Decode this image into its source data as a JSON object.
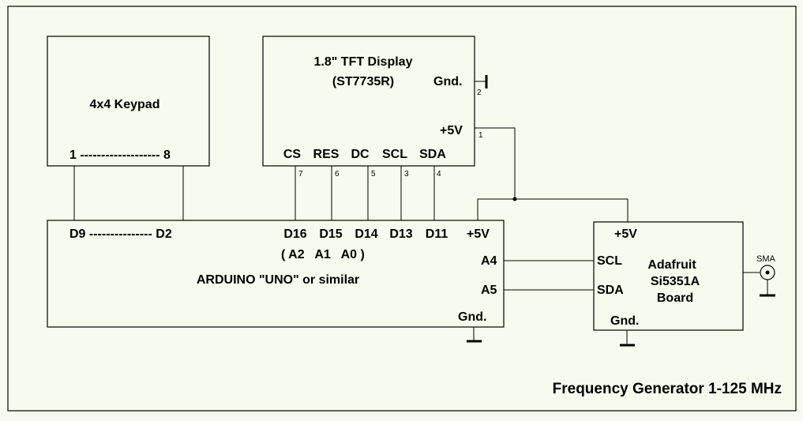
{
  "title": "Frequency Generator 1-125 MHz",
  "keypad": {
    "name": "4x4 Keypad",
    "pins": "1 ------------------- 8"
  },
  "tft": {
    "name_line1": "1.8\" TFT Display",
    "name_line2": "(ST7735R)",
    "gnd": "Gnd.",
    "vcc": "+5V",
    "gnd_pin": "2",
    "vcc_pin": "1",
    "pins": [
      {
        "label": "CS",
        "num": "7"
      },
      {
        "label": "RES",
        "num": "6"
      },
      {
        "label": "DC",
        "num": "5"
      },
      {
        "label": "SCL",
        "num": "3"
      },
      {
        "label": "SDA",
        "num": "4"
      }
    ]
  },
  "arduino": {
    "name": "ARDUINO \"UNO\" or similar",
    "keypad_pins": "D9 --------------- D2",
    "display_pins": [
      "D16",
      "D15",
      "D14",
      "D13",
      "D11"
    ],
    "analog_aliases": "( A2   A1   A0 )",
    "vcc": "+5V",
    "a4": "A4",
    "a5": "A5",
    "gnd": "Gnd."
  },
  "si5351": {
    "name_line1": "Adafruit",
    "name_line2": "Si5351A",
    "name_line3": "Board",
    "vcc": "+5V",
    "scl": "SCL",
    "sda": "SDA",
    "gnd": "Gnd.",
    "output": "SMA"
  }
}
